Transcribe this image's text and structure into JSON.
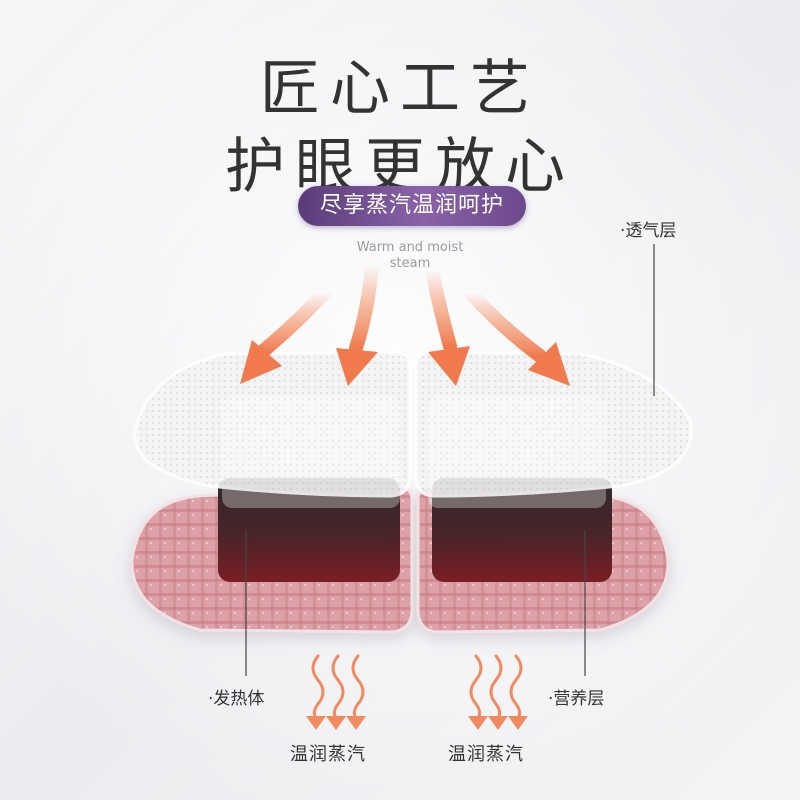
{
  "headline": {
    "line1": "匠心工艺",
    "line2": "护眼更放心"
  },
  "badge": {
    "text": "尽享蒸汽温润呵护"
  },
  "steam_caption": "Warm and moist steam",
  "layer_labels": {
    "breathable": "·透气层",
    "heating": "·发热体",
    "nutrient": "·营养层"
  },
  "bottom_captions": {
    "left": "温润蒸汽",
    "right": "温润蒸汽"
  },
  "colors": {
    "background": "#f3f3f6",
    "badge_start": "#5a3c78",
    "badge_end": "#8a62a8",
    "arrow": "#f28a60",
    "pad_pink": "#d89aa0",
    "heater_dark": "#3a2a2c"
  }
}
